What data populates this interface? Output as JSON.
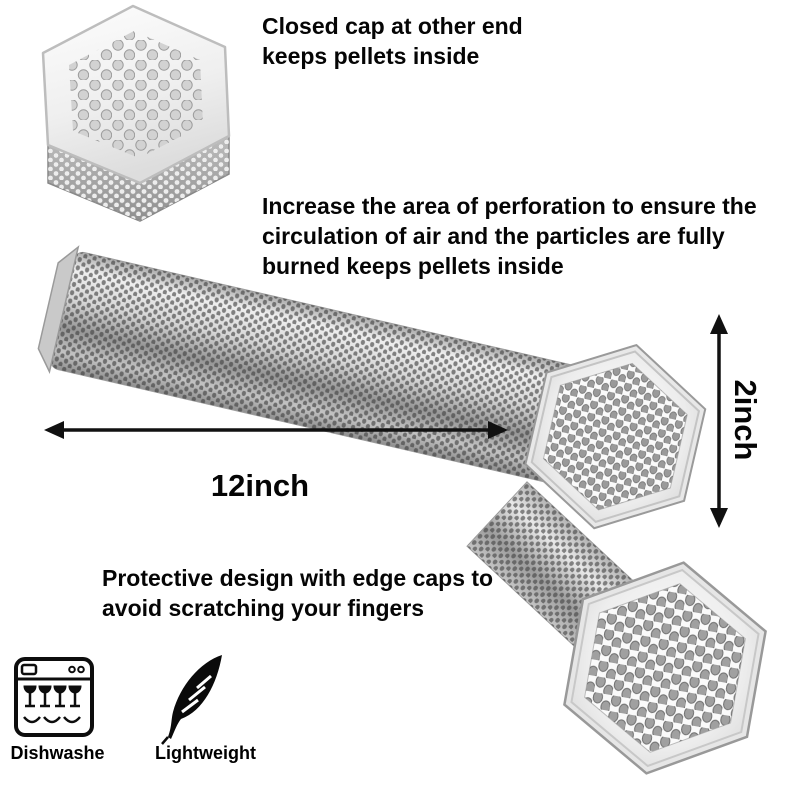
{
  "callouts": {
    "closed_cap": "Closed cap at other end\nkeeps pellets inside",
    "perforation": "Increase the area of perforation to ensure the\ncirculation of air and the particles are fully\nburned keeps pellets inside",
    "protective": "Protective design with edge caps to\navoid scratching your fingers"
  },
  "dimensions": {
    "length_label": "12inch",
    "width_label": "2inch"
  },
  "features": [
    {
      "icon": "dishwasher-icon",
      "label": "Dishwashe"
    },
    {
      "icon": "feather-icon",
      "label": "Lightweight"
    }
  ],
  "colors": {
    "background": "#ffffff",
    "text": "#050505",
    "arrow": "#111111",
    "steel_light": "#f4f4f4",
    "steel_mid": "#c9c9c9",
    "steel_dark": "#8f8f8f"
  }
}
